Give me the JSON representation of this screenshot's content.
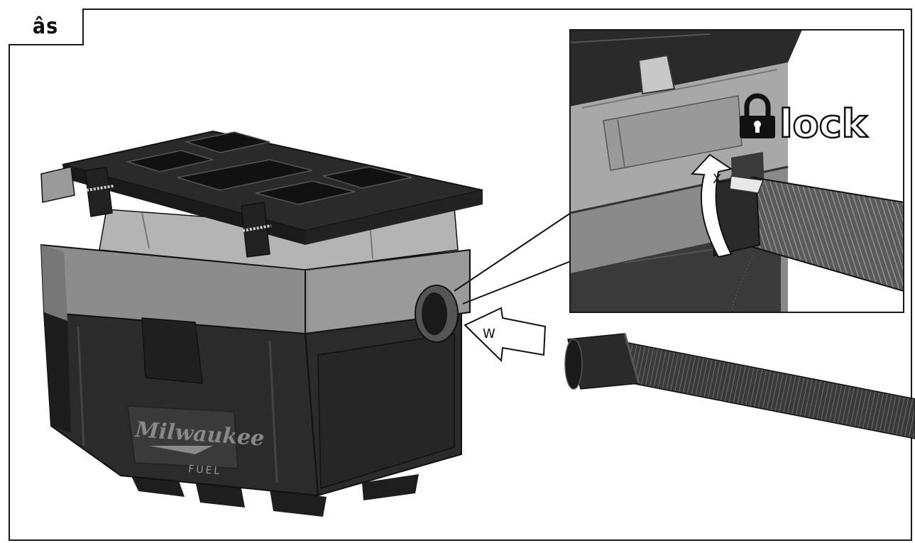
{
  "step_label": "âs",
  "callouts": {
    "rotate": "X",
    "insert": "W"
  },
  "lock_text": "lock",
  "brand": {
    "name": "Milwaukee",
    "line": "FUEL"
  },
  "icons": {
    "lock": "padlock-icon",
    "rotate": "curved-arrow-icon",
    "insert": "block-arrow-icon"
  },
  "colors": {
    "line": "#1a1a1a",
    "body_dark": "#2b2b2b",
    "body_mid": "#8c8c8c",
    "body_light": "#b4b4b4"
  }
}
